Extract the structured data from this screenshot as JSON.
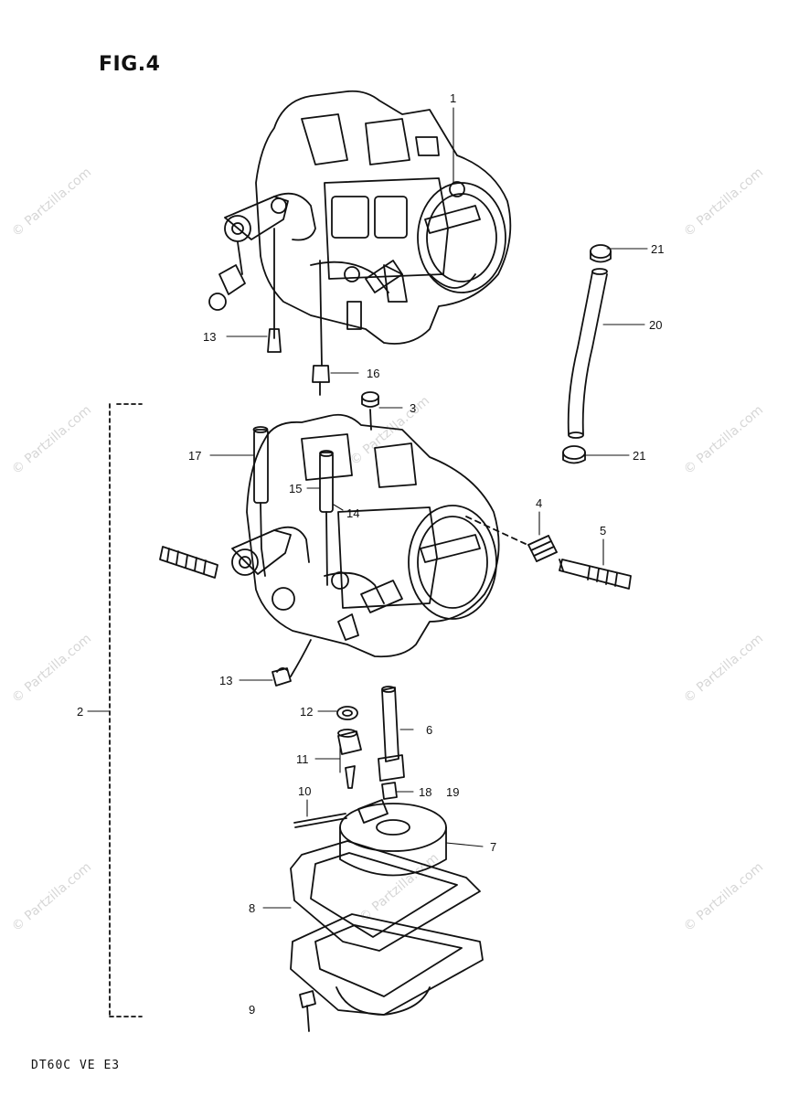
{
  "figure_title": "FIG.4",
  "footer_code": "DT60C VE E3",
  "watermark_text": "© Partzilla.com",
  "callouts": {
    "c1": "1",
    "c2": "2",
    "c3": "3",
    "c4": "4",
    "c5": "5",
    "c6": "6",
    "c7": "7",
    "c8": "8",
    "c9": "9",
    "c10": "10",
    "c11": "11",
    "c12": "12",
    "c13a": "13",
    "c13b": "13",
    "c14": "14",
    "c15": "15",
    "c16": "16",
    "c17": "17",
    "c18": "18",
    "c19": "19",
    "c20": "20",
    "c21a": "21",
    "c21b": "21"
  },
  "colors": {
    "ink": "#111111",
    "paper": "#ffffff",
    "watermark": "#d6d6d6"
  }
}
